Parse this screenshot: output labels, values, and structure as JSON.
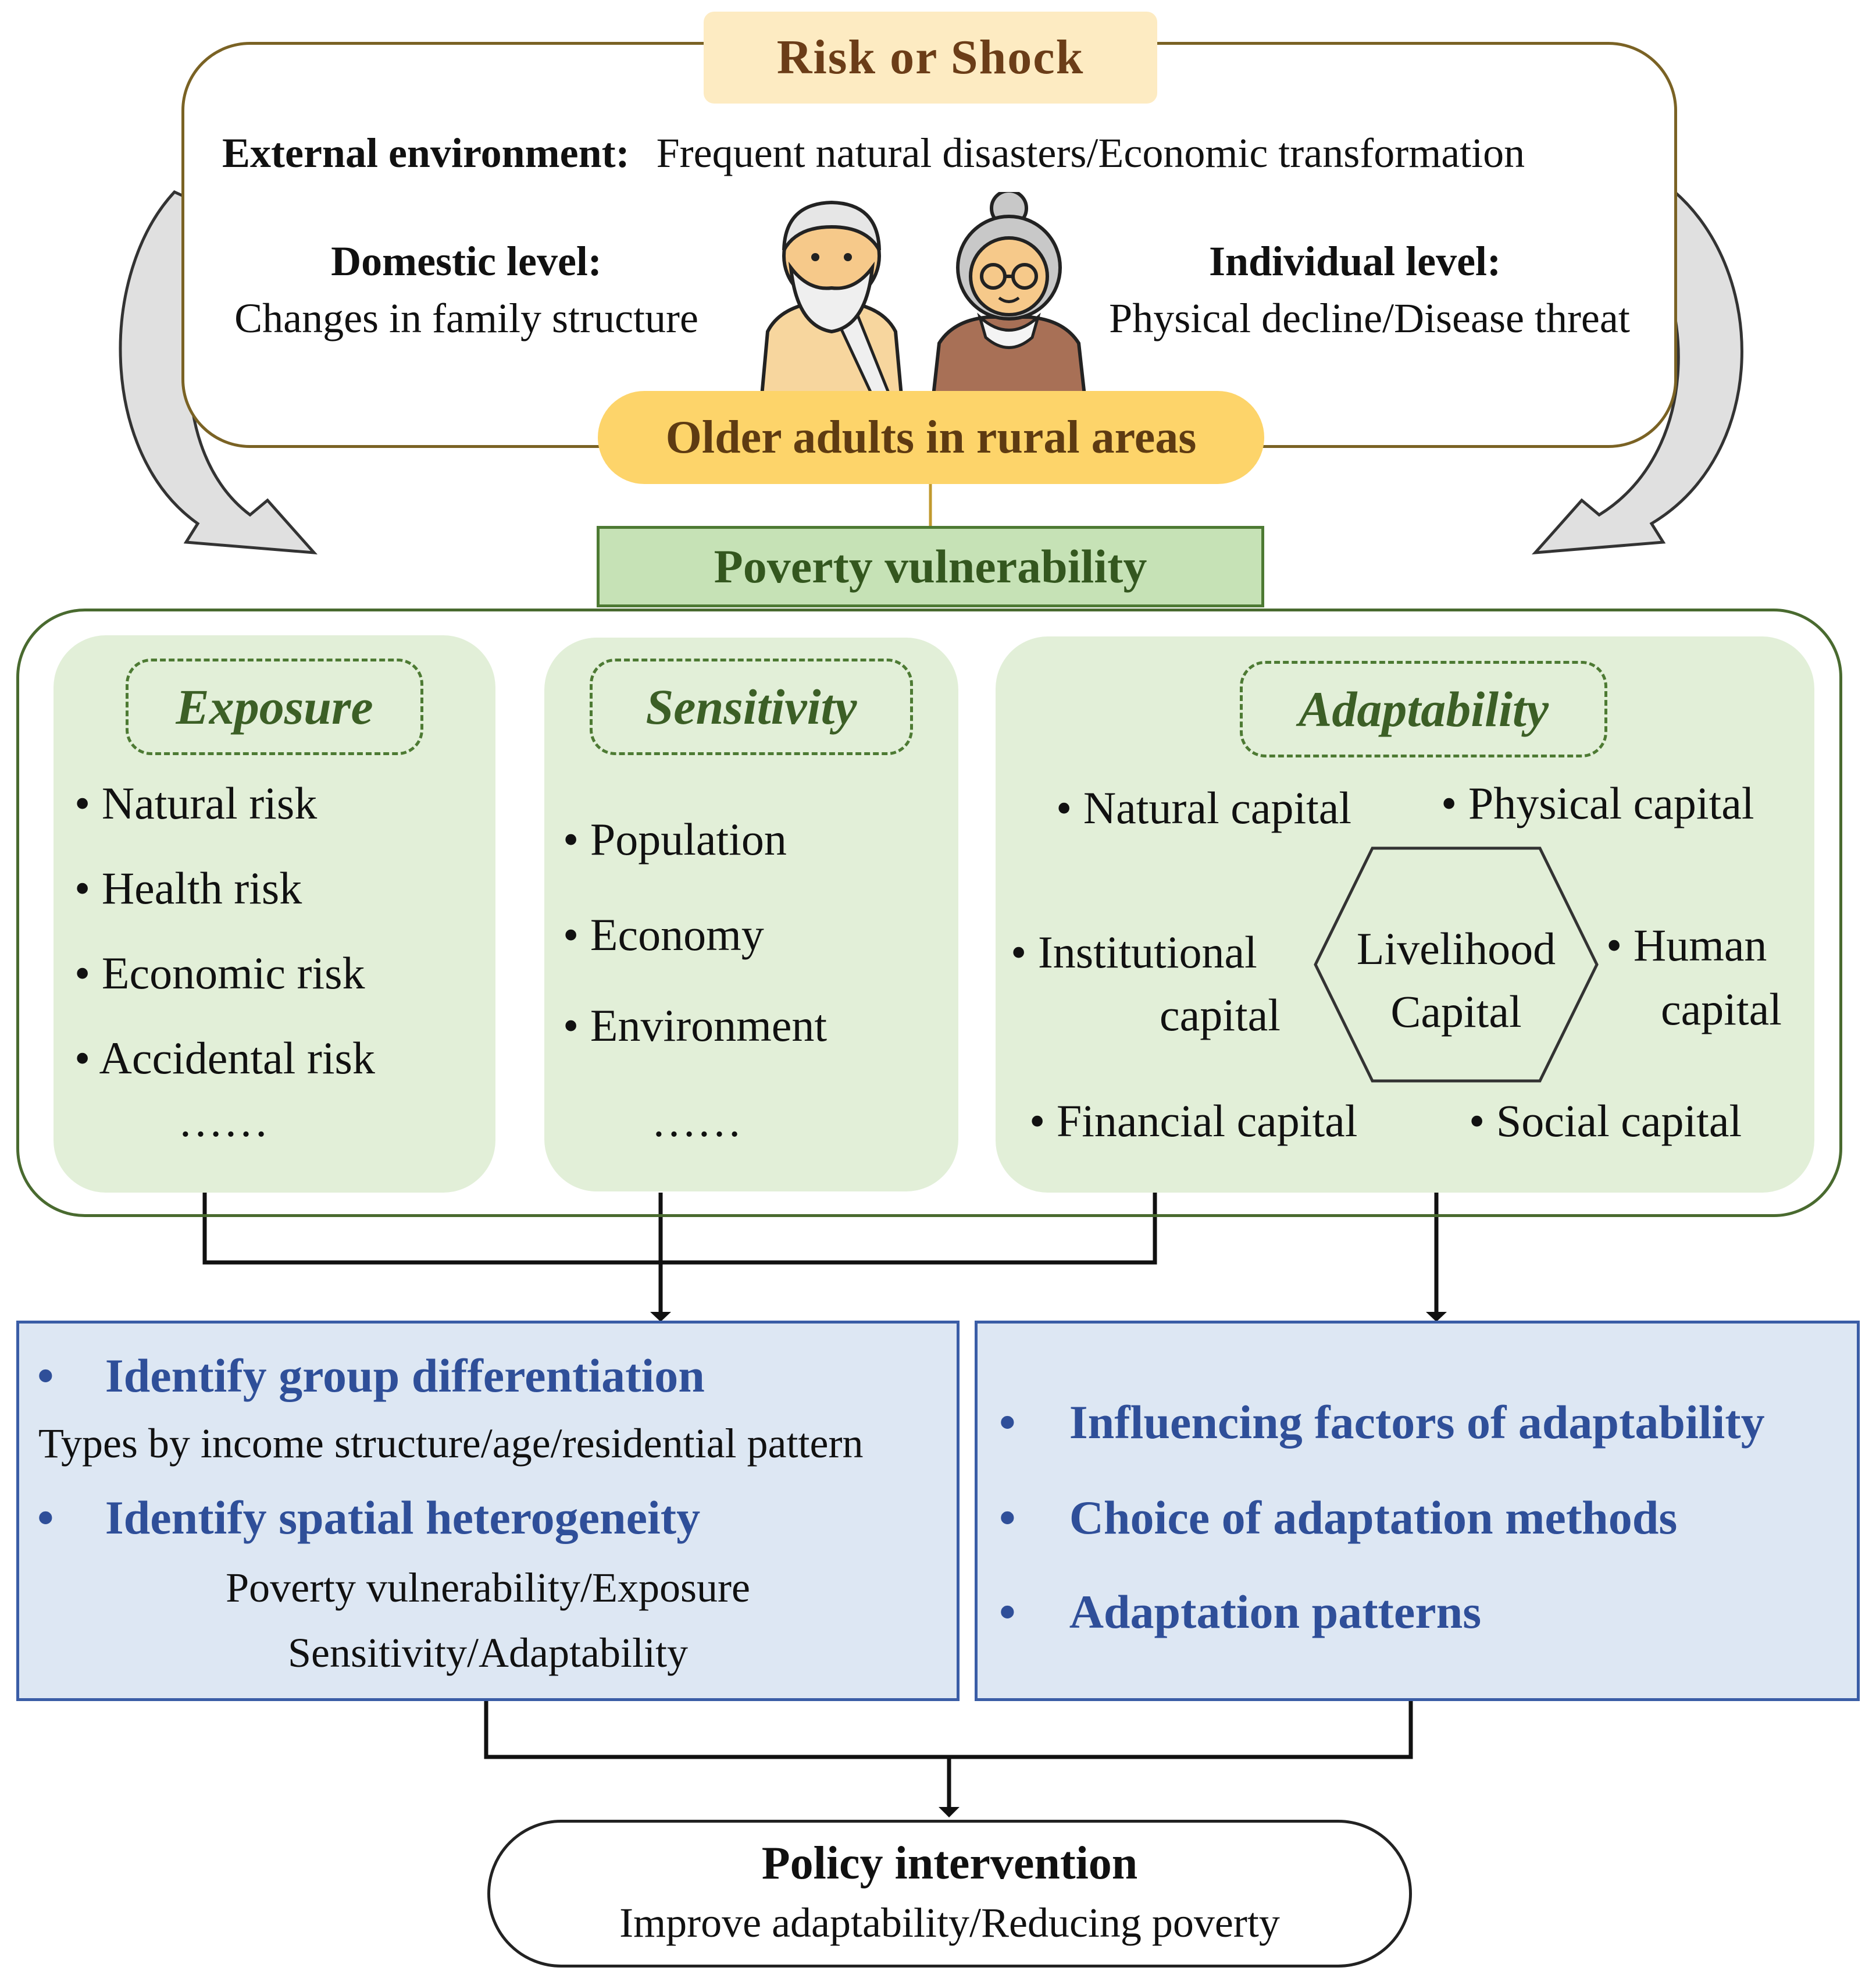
{
  "risk": {
    "title": "Risk  or  Shock",
    "external_label": "External environment:",
    "external_text": "Frequent natural disasters/Economic transformation",
    "domestic_label": "Domestic level:",
    "domestic_text": "Changes in family structure",
    "individual_label": "Individual level:",
    "individual_text": "Physical decline/Disease threat",
    "icons": [
      "old-man-icon",
      "old-woman-icon"
    ]
  },
  "target": "Older adults in rural areas",
  "poverty": "Poverty vulnerability",
  "exposure": {
    "title": "Exposure",
    "items": [
      "Natural risk",
      "Health risk",
      "Economic risk",
      "Accidental risk"
    ],
    "more": "……"
  },
  "sensitivity": {
    "title": "Sensitivity",
    "items": [
      "Population",
      "Economy",
      "Environment"
    ],
    "more": "……"
  },
  "adaptability": {
    "title": "Adaptability",
    "center_line1": "Livelihood",
    "center_line2": "Capital",
    "natural": "Natural capital",
    "physical": "Physical capital",
    "institutional_1": "Institutional",
    "institutional_2": "capital",
    "human_1": "Human",
    "human_2": "capital",
    "financial": "Financial capital",
    "social": "Social capital"
  },
  "left_result": {
    "head1": "Identify  group differentiation",
    "text1": "Types by income structure/age/residential pattern",
    "head2": "Identify spatial heterogeneity",
    "text2a": "Poverty vulnerability/Exposure",
    "text2b": "Sensitivity/Adaptability"
  },
  "right_result": {
    "items": [
      "Influencing factors of adaptability",
      "Choice of adaptation methods",
      "Adaptation patterns"
    ]
  },
  "policy": {
    "title": "Policy intervention",
    "text": "Improve adaptability/Reducing poverty"
  },
  "colors": {
    "risk_border": "#7a6224",
    "risk_title_bg": "#fdebc2",
    "older_bg": "#fdd46a",
    "green_bg": "#e2efd8",
    "green_border": "#4d7a33",
    "blue_bg": "#dde7f3",
    "blue_text": "#2f4f99"
  }
}
